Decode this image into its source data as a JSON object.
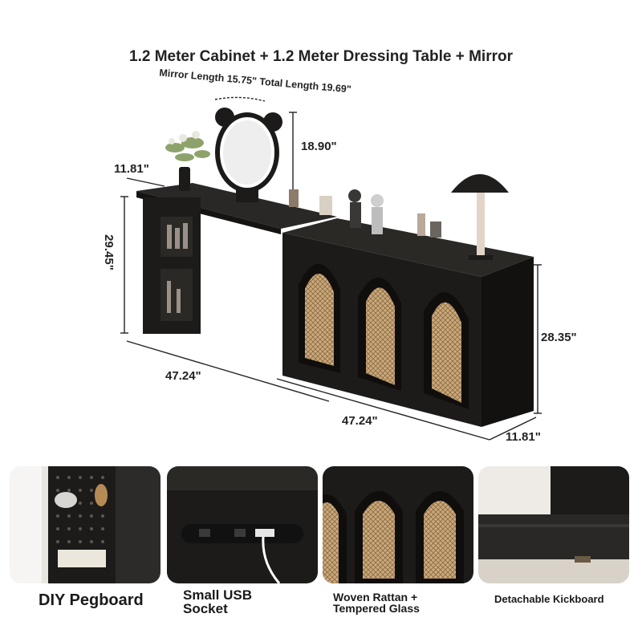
{
  "header": {
    "title": "1.2 Meter Cabinet + 1.2 Meter Dressing Table + Mirror"
  },
  "dimensions": {
    "mirror_label": "Mirror Length 15.75\" Total Length 19.69\"",
    "mirror_height": "18.90\"",
    "table_depth": "11.81\"",
    "table_height": "29.45\"",
    "table_length": "47.24\"",
    "cabinet_length": "47.24\"",
    "cabinet_height": "28.35\"",
    "cabinet_depth": "11.81\""
  },
  "features": [
    {
      "label": "DIY Pegboard"
    },
    {
      "label_line1": "Small USB",
      "label_line2": "Socket"
    },
    {
      "label_line1": "Woven Rattan +",
      "label_line2": "Tempered Glass"
    },
    {
      "label": "Detachable Kickboard"
    }
  ],
  "colors": {
    "furniture": "#1f1d1b",
    "rattan": "#c9a77a",
    "text": "#222222"
  }
}
